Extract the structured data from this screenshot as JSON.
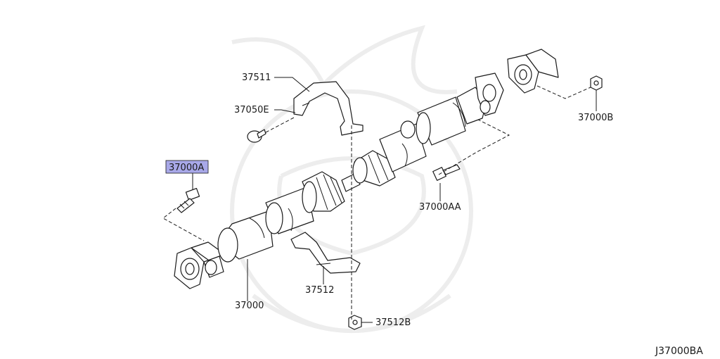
{
  "diagram": {
    "highlight_color": "#a8a8e8",
    "callouts": {
      "c37511": "37511",
      "c37050E": "37050E",
      "c37000A": "37000A",
      "c37000B": "37000B",
      "c37000AA": "37000AA",
      "c37000": "37000",
      "c37512": "37512",
      "c37512B": "37512B"
    },
    "reference": "J37000BA"
  }
}
